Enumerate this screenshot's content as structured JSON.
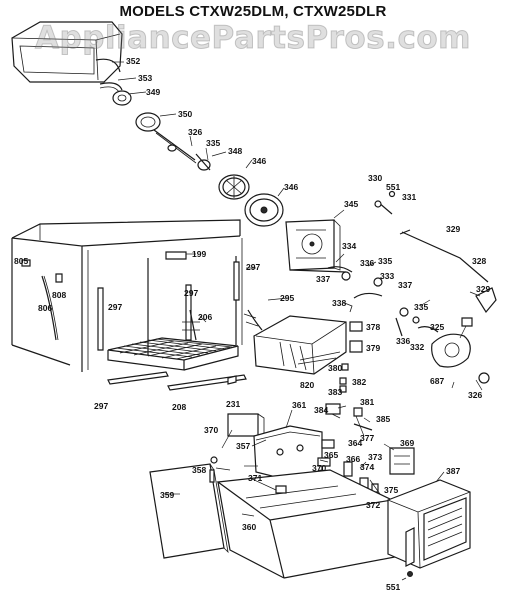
{
  "title": "MODELS CTXW25DLM, CTXW25DLR",
  "watermark": "AppliancePartsPros.com",
  "part_numbers": [
    "352",
    "353",
    "349",
    "350",
    "326",
    "335",
    "348",
    "346",
    "346",
    "345",
    "330",
    "551",
    "331",
    "329",
    "334",
    "336",
    "337",
    "335",
    "333",
    "337",
    "328",
    "329",
    "338",
    "378",
    "379",
    "336",
    "332",
    "335",
    "325",
    "687",
    "326",
    "380",
    "382",
    "383",
    "381",
    "384",
    "385",
    "377",
    "369",
    "805",
    "808",
    "806",
    "199",
    "297",
    "297",
    "297",
    "295",
    "206",
    "820",
    "297",
    "208",
    "231",
    "361",
    "370",
    "357",
    "364",
    "365",
    "366",
    "373",
    "374",
    "370",
    "371",
    "372",
    "375",
    "387",
    "358",
    "359",
    "360",
    "551"
  ]
}
